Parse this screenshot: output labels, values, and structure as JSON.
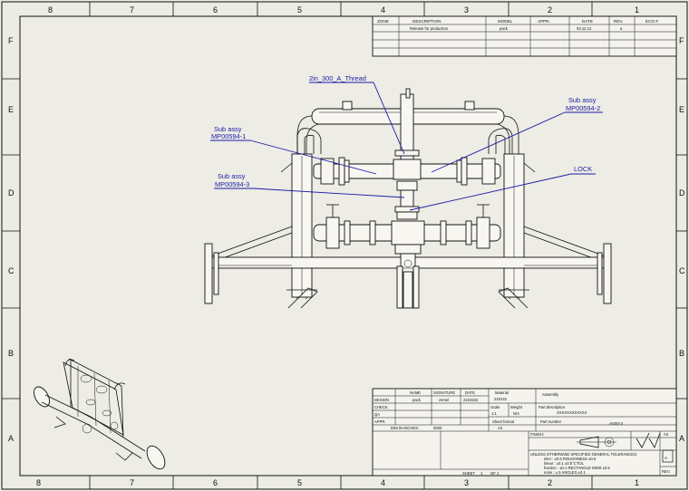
{
  "border": {
    "top_zones": [
      "8",
      "7",
      "6",
      "5",
      "4",
      "3",
      "2",
      "1"
    ],
    "bottom_zones": [
      "8",
      "7",
      "6",
      "5",
      "4",
      "3",
      "2",
      "1"
    ],
    "left_zones": [
      "F",
      "E",
      "D",
      "C",
      "B",
      "A"
    ],
    "right_zones": [
      "F",
      "E",
      "D",
      "C",
      "B",
      "A"
    ]
  },
  "revision_table": {
    "headers": [
      "ZONE",
      "DESCRIPTION",
      "MODEL",
      "APPR.",
      "DATE",
      "REV.",
      "ECO #"
    ],
    "row": [
      "",
      "Release for production",
      "pack",
      "",
      "03.12.12",
      "a",
      ""
    ]
  },
  "callouts": {
    "thread": "2in_300_A_Thread",
    "sub_assy_right": "Sub assy",
    "sub_assy_right_part": "MP00594-2",
    "sub_assy_left_top": "Sub assy",
    "sub_assy_left_top_part": "MP00594-1",
    "sub_assy_left_bottom": "Sub assy",
    "sub_assy_left_bottom_part": "MP00594-3",
    "lock": "LOCK"
  },
  "title_block": {
    "name_header": "NAME",
    "signature_header": "SIGNATURE",
    "date_header": "DATE",
    "design_label": "DESIGN",
    "design_name": "pack",
    "design_sign": "zemel",
    "design_date": "2222222",
    "check_label": "CHECK",
    "qa_label": "QA",
    "appr_label": "APPR.",
    "dimensions_label": "DIM IN INCHES:",
    "dimensions_value": "0000",
    "material_label": "Material",
    "material_value": "222222",
    "scale_label": "Scale",
    "scale_value": "1:1",
    "weight_label": "Weight",
    "weight_value": "N/A",
    "sheet_format_label": "Sheet format",
    "sheet_format_value": "A3",
    "assembly_label": "Assembly",
    "description_label": "Part description",
    "description_value": "XXXXXXXXXXXX",
    "part_number_label": "Part number",
    "part_number_value": "AV00-3",
    "finish_label": "FINISH:",
    "tolerance_title": "UNLESS OTHERWISE SPECIFIED GENERAL TOLERANCES:",
    "tol_line1": "inter : ±0.5   ROUGHNESS ±0.5",
    "tol_line2": "linear : ±0.1   ±0.5°CTOL",
    "tol_line3": "fraction : ±0.1   RECTANGLE DIMS ±0.5",
    "tol_line4": "none : ±.5   ANGLES ±0.1",
    "sheet_label": "SHEET",
    "sheet_value": "1",
    "of_label": "OF 1",
    "rev_label": "REV.",
    "size_value": "A3",
    "rev_value": "A"
  }
}
